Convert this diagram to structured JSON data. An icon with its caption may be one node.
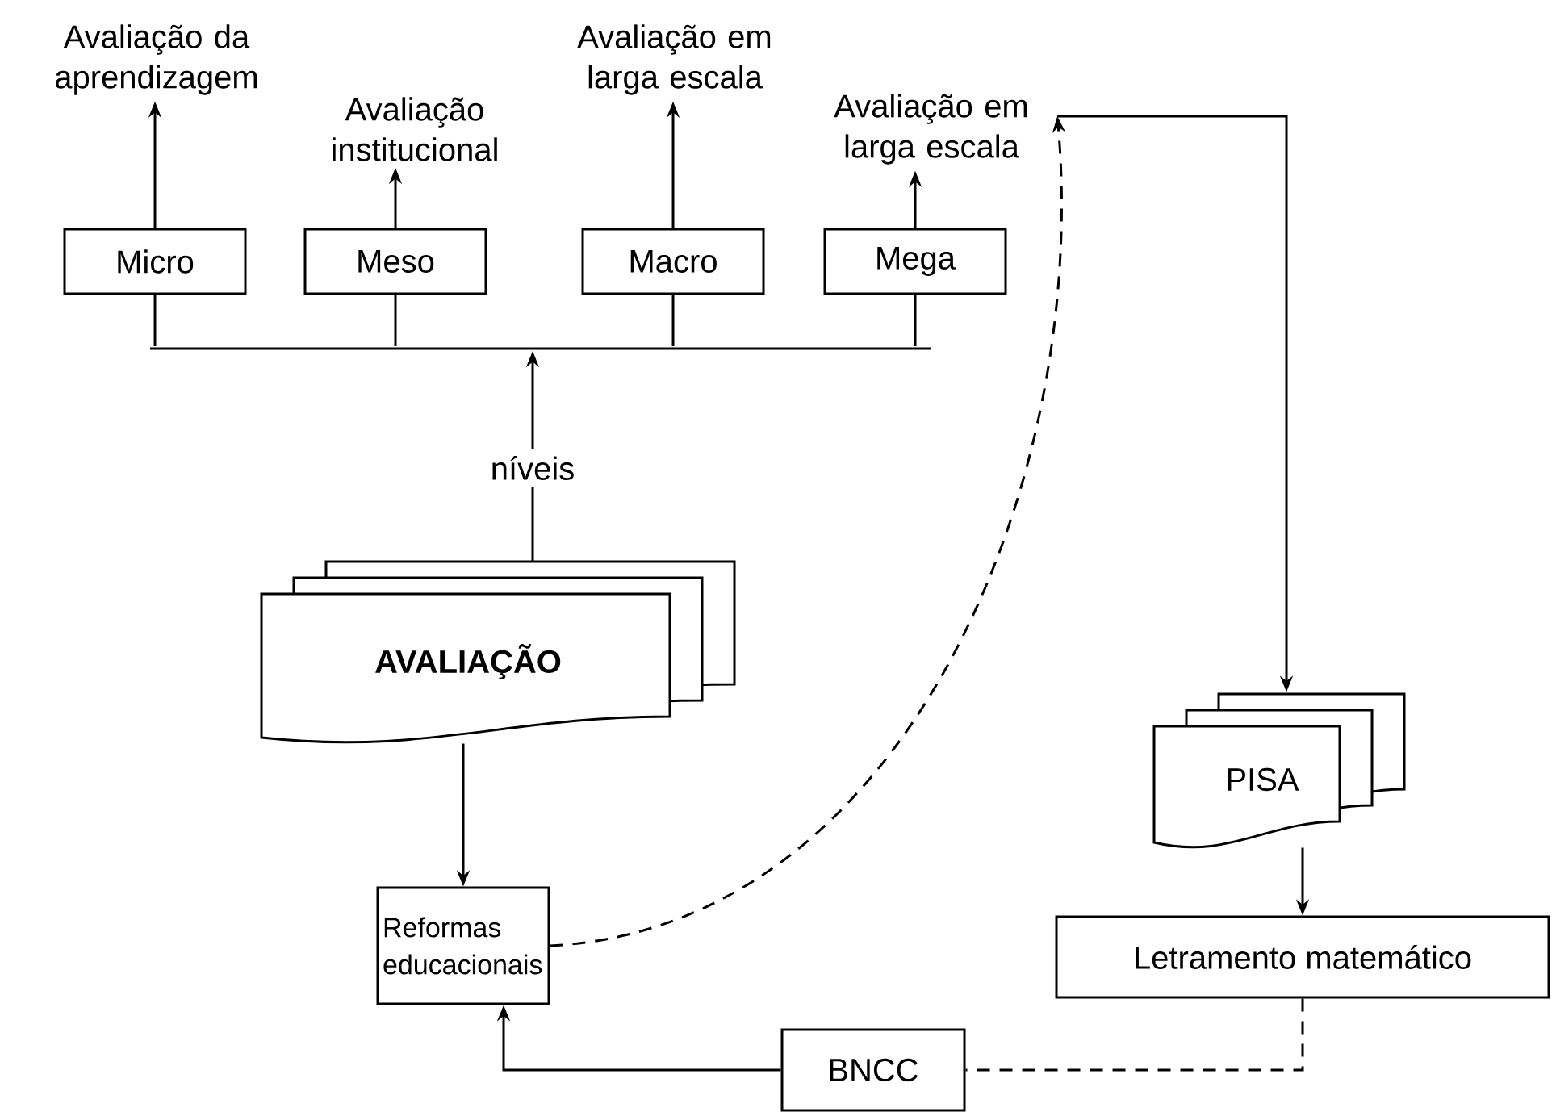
{
  "diagram": {
    "nodes": [
      {
        "text": [
          "Avaliação da aprendizagem"
        ]
      },
      {
        "text": [
          "Avaliação institucional"
        ]
      },
      {
        "text": [
          "Avaliação em larga escala"
        ]
      },
      {
        "text": [
          "Avaliação em larga escala"
        ]
      },
      {
        "text": [
          "Micro"
        ]
      },
      {
        "text": [
          "Meso"
        ]
      },
      {
        "text": [
          "Macro"
        ]
      },
      {
        "text": [
          "Mega"
        ]
      },
      {
        "text": [],
        "shape": "bar"
      },
      {
        "text": [
          "AVALIAÇÃO"
        ]
      },
      {
        "text": [
          "Reformas educacionais"
        ]
      },
      {
        "text": [
          "PISA"
        ]
      },
      {
        "text": [
          "Letramento matemático"
        ]
      },
      {
        "text": [
          "BNCC"
        ]
      }
    ],
    "edges": [
      {
        "from": 9,
        "to": 8,
        "arrow": "to",
        "label": "níveis"
      },
      {
        "from": 8,
        "to": 4,
        "arrow": "none"
      },
      {
        "from": 8,
        "to": 5,
        "arrow": "none"
      },
      {
        "from": 8,
        "to": 6,
        "arrow": "none"
      },
      {
        "from": 8,
        "to": 7,
        "arrow": "none"
      },
      {
        "from": 4,
        "to": 0,
        "arrow": "to"
      },
      {
        "from": 5,
        "to": 1,
        "arrow": "to"
      },
      {
        "from": 6,
        "to": 2,
        "arrow": "to"
      },
      {
        "from": 7,
        "to": 3,
        "arrow": "to"
      },
      {
        "from": 9,
        "to": 10,
        "arrow": "to"
      },
      {
        "from": 10,
        "to": 3,
        "arrow": "to",
        "style": "dashed"
      },
      {
        "from": 3,
        "to": 11,
        "arrow": "to"
      },
      {
        "from": 11,
        "to": 12,
        "arrow": "to"
      },
      {
        "from": 12,
        "to": 13,
        "arrow": "none",
        "style": "dashed"
      },
      {
        "from": 13,
        "to": 10,
        "arrow": "to"
      }
    ]
  }
}
